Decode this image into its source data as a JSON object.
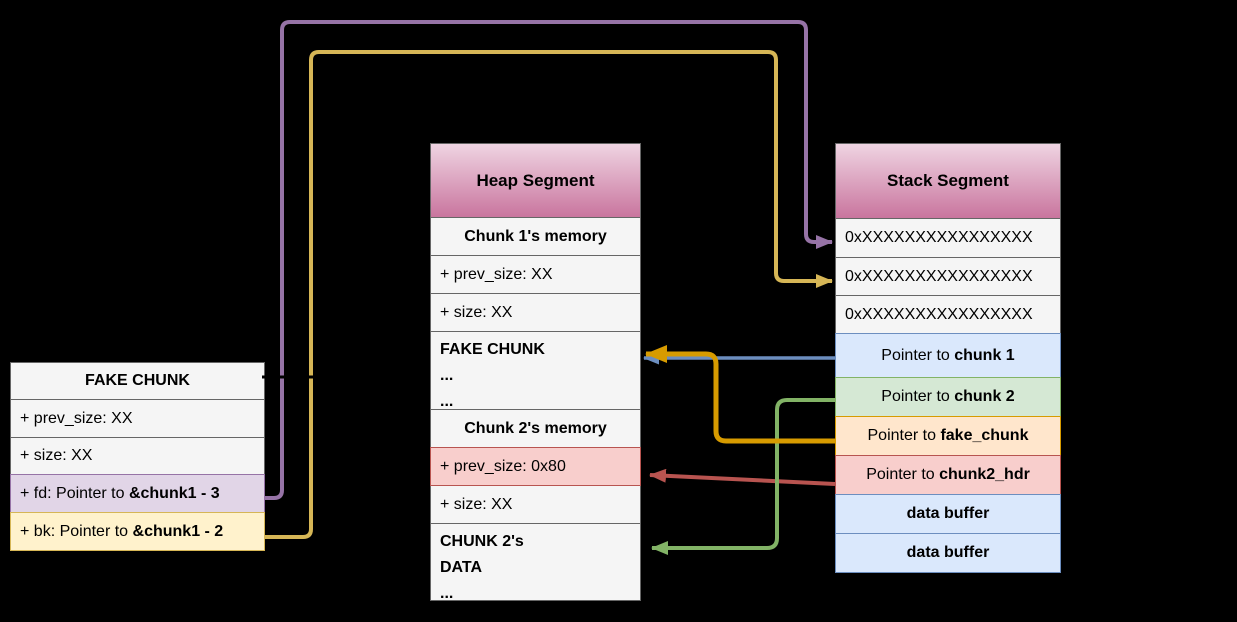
{
  "colors": {
    "purple": "#9673a6",
    "yellow": "#d6b656",
    "blue": "#6c8ebf",
    "green": "#82b366",
    "orange": "#d79b00",
    "red": "#b85450",
    "purple_fill": "#e1d5e7",
    "yellow_fill": "#fff2cc",
    "blue_fill": "#dae8fc",
    "green_fill": "#d5e8d4",
    "orange_fill": "#ffe6cc",
    "red_fill": "#f8cecc",
    "gray_fill": "#f5f5f5",
    "header_gradient_top": "#efd4e2",
    "header_gradient_bottom": "#c9759e",
    "background": "#000000"
  },
  "fake_chunk_table": {
    "title": "FAKE CHUNK",
    "rows": [
      {
        "text": "+ prev_size: XX"
      },
      {
        "text": "+ size: XX"
      },
      {
        "prefix": "+ fd: Pointer to ",
        "bold": "&chunk1 - 3"
      },
      {
        "prefix": "+ bk: Pointer to ",
        "bold": "&chunk1 - 2"
      }
    ]
  },
  "heap_table": {
    "title": "Heap Segment",
    "chunk1_header": "Chunk 1's memory",
    "chunk1_prev_size": "+ prev_size: XX",
    "chunk1_size": "+ size: XX",
    "fake_chunk": {
      "line1": "FAKE CHUNK",
      "line2": "...",
      "line3": "..."
    },
    "chunk2_header": "Chunk 2's memory",
    "chunk2_prev_size": "+ prev_size: 0x80",
    "chunk2_size": "+ size: XX",
    "chunk2_data": {
      "line1": "CHUNK 2's",
      "line2": "DATA",
      "line3": "..."
    }
  },
  "stack_table": {
    "title": "Stack Segment",
    "hex_rows": [
      "0xXXXXXXXXXXXXXXXX",
      "0xXXXXXXXXXXXXXXXX",
      "0xXXXXXXXXXXXXXXXX"
    ],
    "pointer_rows": [
      {
        "prefix": "Pointer to ",
        "bold": "chunk 1"
      },
      {
        "prefix": "Pointer to ",
        "bold": "chunk 2"
      },
      {
        "prefix": "Pointer to ",
        "bold": "fake_chunk"
      },
      {
        "prefix": "Pointer to ",
        "bold": "chunk2_hdr"
      }
    ],
    "data_buffer_rows": [
      "data buffer",
      "data buffer"
    ]
  },
  "arrows": [
    {
      "name": "fd-to-stack-slot-1",
      "from": "fake_chunk.fd",
      "to": "stack.hex_slot_1",
      "color": "#9673a6"
    },
    {
      "name": "bk-to-stack-slot-2",
      "from": "fake_chunk.bk",
      "to": "stack.hex_slot_2",
      "color": "#d6b656"
    },
    {
      "name": "pointer-chunk1-to-heap-fake-chunk",
      "from": "stack.pointer_to_chunk1",
      "to": "heap.fake_chunk",
      "color": "#6c8ebf"
    },
    {
      "name": "pointer-chunk2-hdr-to-heap-prev-size",
      "from": "stack.pointer_to_chunk2_hdr",
      "to": "heap.chunk2_prev_size",
      "color": "#b85450"
    },
    {
      "name": "pointer-chunk2-to-heap-chunk2-data",
      "from": "stack.pointer_to_chunk2",
      "to": "heap.chunk2_data",
      "color": "#82b366"
    },
    {
      "name": "pointer-fake-chunk-to-heap-fake-chunk",
      "from": "stack.pointer_to_fake_chunk",
      "to": "heap.fake_chunk",
      "color": "#d79b00"
    },
    {
      "name": "hidden-connector",
      "from": "fake_chunk.header",
      "to": "heap.fake_chunk",
      "color": "#000000"
    }
  ]
}
